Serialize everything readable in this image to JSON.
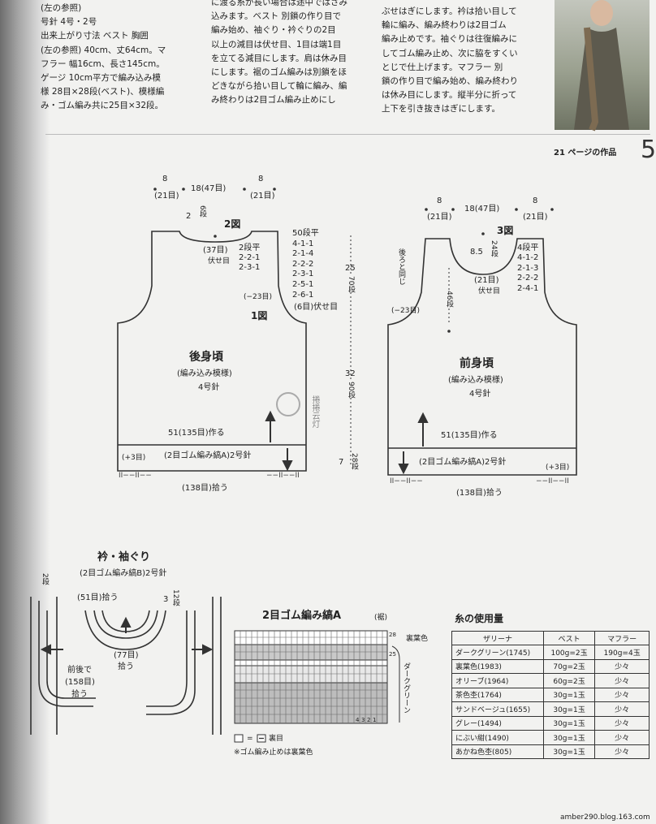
{
  "top_text": {
    "col1": [
      "(左の参照)",
      "号針 4号・2号",
      "出来上がり寸法 ベスト 胸囲",
      "(左の参照) 40cm、丈64cm。マ",
      "フラー 幅16cm、長さ145cm。",
      "ゲージ 10cm平方で編み込み模",
      "様 28目×28段(ベスト)、模様編",
      "み・ゴム編み共に25目×32段。"
    ],
    "col2": [
      "に渡る糸が長い場合は途中ではさみ",
      "込みます。ベスト 別鎖の作り目で",
      "編み始め、袖ぐり・衿ぐりの2目",
      "以上の減目は伏せ目、1目は端1目",
      "を立てる減目にします。肩は休み目",
      "にします。裾のゴム編みは別鎖をほ",
      "どきながら拾い目して輪に編み、編",
      "み終わりは2目ゴム編み止めにし"
    ],
    "col3": [
      "ぶせはぎにします。衿は拾い目して",
      "輪に編み、編み終わりは2目ゴム",
      "編み止めです。袖ぐりは往復編みに",
      "してゴム編み止め、次に脇をすくい",
      "とじで仕上げます。マフラー 別",
      "鎖の作り目で編み始め、編み終わり",
      "は休み目にします。縦半分に折って",
      "上下を引き抜きはぎにします。"
    ],
    "page_ref": "21 ページの作品",
    "page_num": "5"
  },
  "back": {
    "sh_w": "8",
    "sh_w_st": "(21目)",
    "neck_w": "18(47目)",
    "neck_d": "2",
    "neck_d_rows": "6段",
    "fig2": "2図",
    "bind": "(37目)",
    "bind2": "伏せ目",
    "neck_dec": [
      "2段平",
      "2-2-1",
      "2-3-1"
    ],
    "arm_dec": [
      "50段平",
      "4-1-1",
      "2-1-4",
      "2-2-2",
      "2-3-1",
      "2-5-1",
      "2-6-1"
    ],
    "arm_bind": "(6目)伏せ目",
    "minus23": "(−23目)",
    "fig1": "1図",
    "arm_h": "25",
    "arm_h_rows": "70段",
    "name": "後身頃",
    "pattern": "(編み込み模様)",
    "needle": "4号針",
    "body_h": "32",
    "body_h_rows": "90段",
    "cast": "51(135目)作る",
    "rib": "(2目ゴム編み縞A)2号針",
    "plus3": "(+3目)",
    "rib_h": "7",
    "rib_h_rows": "28段",
    "pickup": "(138目)拾う",
    "ticks_l": "II−−II−−",
    "ticks_r": "−−II−−II"
  },
  "front": {
    "sh_w": "8",
    "sh_w_st": "(21目)",
    "neck_w": "18(47目)",
    "fig3": "3図",
    "side_label": "後ろと同じ",
    "neck_d": "8.5",
    "neck_d_rows": "24段",
    "neck_dec": [
      "4段平",
      "4-1-2",
      "2-1-3",
      "2-2-2",
      "2-4-1"
    ],
    "bind": "(21目)",
    "bind2": "伏せ目",
    "minus23": "(−23目)",
    "depth_rows": "46段",
    "name": "前身頃",
    "pattern": "(編み込み模様)",
    "needle": "4号針",
    "cast": "51(135目)作る",
    "rib": "(2目ゴム編み縞A)2号針",
    "plus3": "(+3目)",
    "pickup": "(138目)拾う",
    "ticks_l": "II−−II−−",
    "ticks_r": "−−II−−II"
  },
  "finish": {
    "title": "衿・袖ぐり",
    "sub": "(2目ゴム編み縞B)2号針",
    "left_rows": "2段",
    "pick51": "(51目)拾う",
    "rows3": "3",
    "rows12": "12段",
    "pick77": "(77目)",
    "pick77b": "拾う",
    "pick158a": "前後で",
    "pick158b": "(158目)",
    "pick158c": "拾う"
  },
  "chart": {
    "title": "2目ゴム編み縞A",
    "sub": "(裾)",
    "label_top": "裏葉色",
    "label_main": "ダークグリーン",
    "row_top": "28",
    "row_25": "25",
    "col_nums": [
      "4",
      "3",
      "2",
      "1"
    ],
    "legend_eq": "=",
    "legend_ura": "裏目",
    "note": "※ゴム編み止めは裏葉色"
  },
  "yarn": {
    "title": "糸の使用量",
    "headers": [
      "ザリーナ",
      "ベスト",
      "マフラー"
    ],
    "rows": [
      [
        "ダークグリーン(1745)",
        "100g=2玉",
        "190g=4玉"
      ],
      [
        "裏葉色(1983)",
        "70g=2玉",
        "少々"
      ],
      [
        "オリーブ(1964)",
        "60g=2玉",
        "少々"
      ],
      [
        "茶色杢(1764)",
        "30g=1玉",
        "少々"
      ],
      [
        "サンドベージュ(1655)",
        "30g=1玉",
        "少々"
      ],
      [
        "グレー(1494)",
        "30g=1玉",
        "少々"
      ],
      [
        "にぶい紺(1490)",
        "30g=1玉",
        "少々"
      ],
      [
        "あかね色杢(805)",
        "30g=1玉",
        "少々"
      ]
    ]
  },
  "watermark": "捲捲云灯",
  "footer": "amber290.blog.163.com"
}
